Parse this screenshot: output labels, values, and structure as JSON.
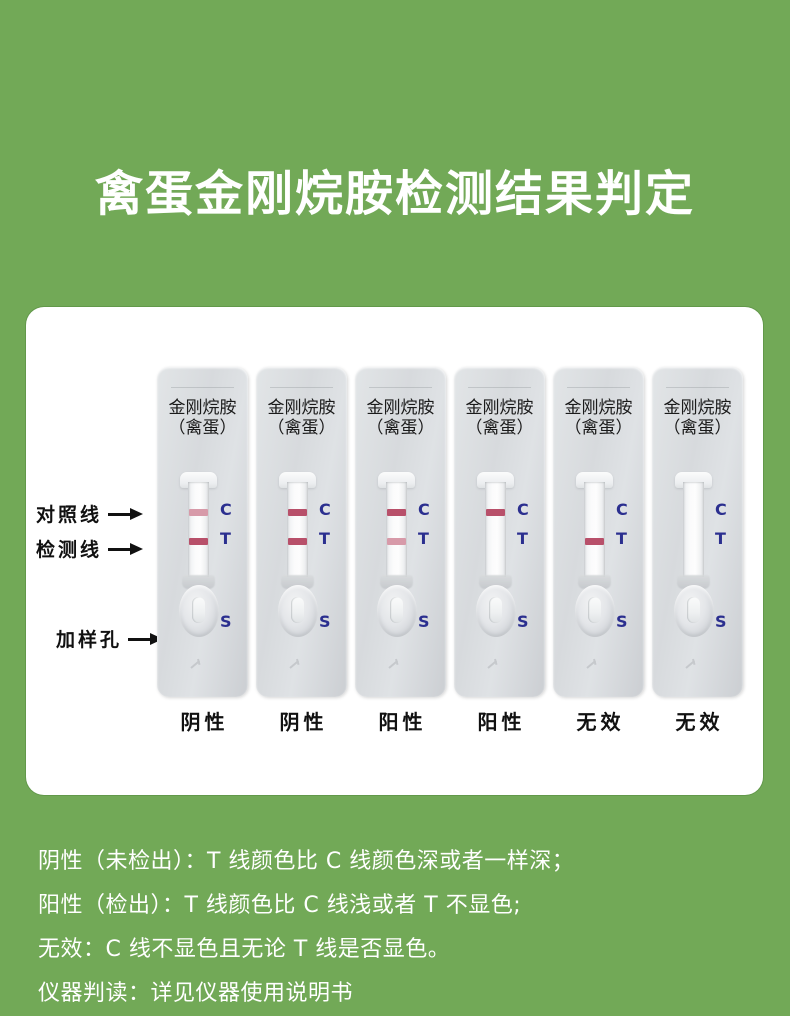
{
  "theme": {
    "background_green": "#72a957",
    "card_white": "#ffffff",
    "letter_blue": "#2b2f8f",
    "line_strong": "#b8506a",
    "line_faint": "#d79aa9",
    "text_dark": "#111111"
  },
  "header": {
    "title": "禽蛋金刚烷胺检测结果判定"
  },
  "annotations": [
    {
      "id": "control-line",
      "label": "对照线"
    },
    {
      "id": "test-line",
      "label": "检测线"
    },
    {
      "id": "sample-well",
      "label": "加样孔"
    }
  ],
  "cassette_common": {
    "brand_line1": "金刚烷胺",
    "brand_line2": "（禽蛋）",
    "letter_c": "C",
    "letter_t": "T",
    "letter_s": "S"
  },
  "strips": [
    {
      "index": 1,
      "result": "阴性",
      "c_line": "faint",
      "t_line": "strong"
    },
    {
      "index": 2,
      "result": "阴性",
      "c_line": "strong",
      "t_line": "strong"
    },
    {
      "index": 3,
      "result": "阳性",
      "c_line": "strong",
      "t_line": "faint"
    },
    {
      "index": 4,
      "result": "阳性",
      "c_line": "strong",
      "t_line": "none"
    },
    {
      "index": 5,
      "result": "无效",
      "c_line": "none",
      "t_line": "strong"
    },
    {
      "index": 6,
      "result": "无效",
      "c_line": "none",
      "t_line": "none"
    }
  ],
  "legend": {
    "line1": "阴性（未检出）：T 线颜色比 C 线颜色深或者一样深；",
    "line2": "阳性（检出）：T 线颜色比 C 线浅或者 T 不显色;",
    "line3": "无效：C 线不显色且无论 T 线是否显色。",
    "line4": "仪器判读：详见仪器使用说明书"
  }
}
